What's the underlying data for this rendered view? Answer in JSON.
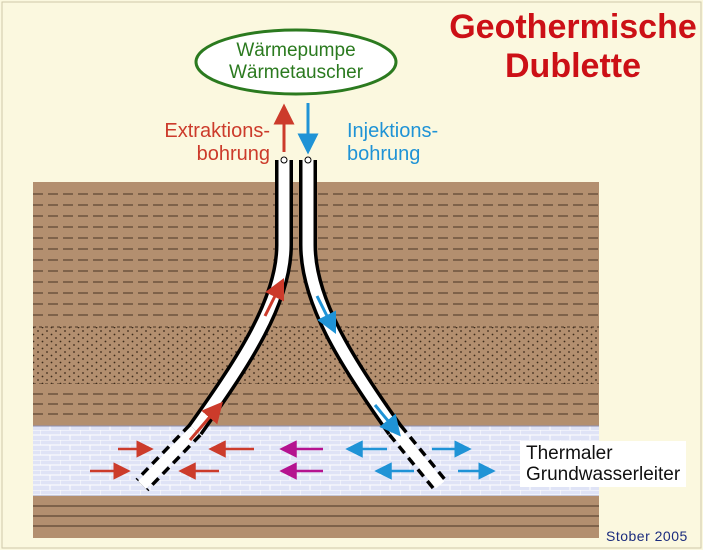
{
  "title": {
    "line1": "Geothermische",
    "line2": "Dublette"
  },
  "heat_unit": {
    "line1": "Wärmepumpe",
    "line2": "Wärmetauscher"
  },
  "extraction_well": {
    "line1": "Extraktions-",
    "line2": "bohrung"
  },
  "injection_well": {
    "line1": "Injektions-",
    "line2": "bohrung"
  },
  "aquifer": {
    "line1": "Thermaler",
    "line2": "Grundwasserleiter"
  },
  "credit": "Stober 2005",
  "colors": {
    "title": "#cc1016",
    "extraction": "#cc3b2b",
    "injection": "#1f93d6",
    "flow_middle": "#b5138f",
    "ellipse": "#2b7a1f",
    "soil": "#b38f6f",
    "aquifer_fill": "#dfe3f6"
  }
}
